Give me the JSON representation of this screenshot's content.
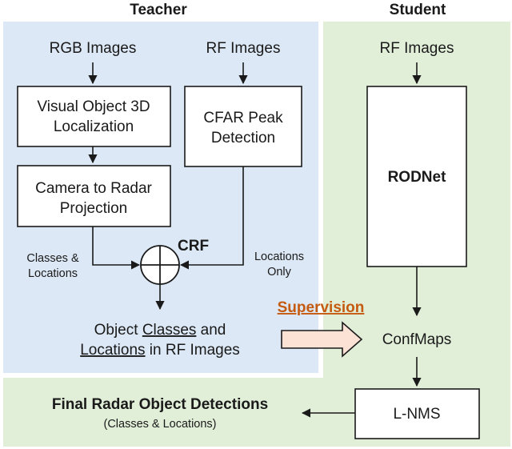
{
  "teacher": {
    "title": "Teacher",
    "rgb_images": "RGB Images",
    "rf_images": "RF Images",
    "visual_localization": [
      "Visual Object 3D",
      "Localization"
    ],
    "camera_to_radar": [
      "Camera to Radar",
      "Projection"
    ],
    "cfar": [
      "CFAR Peak",
      "Detection"
    ],
    "crf": "CRF",
    "classes_locations": [
      "Classes &",
      "Locations"
    ],
    "locations_only": [
      "Locations",
      "Only"
    ],
    "object_output": {
      "line1_prefix": "Object ",
      "line1_underlined": "Classes",
      "line1_suffix": " and",
      "line2_underlined": "Locations",
      "line2_suffix": " in RF Images"
    }
  },
  "student": {
    "title": "Student",
    "rf_images": "RF Images",
    "rodnet": "RODNet",
    "confmaps": "ConfMaps",
    "lnms": "L-NMS"
  },
  "supervision": "Supervision",
  "final": {
    "title": "Final Radar Object Detections",
    "subtitle": "(Classes & Locations)"
  },
  "colors": {
    "teacher_bg": "#dce8f5",
    "student_bg": "#e1efd9",
    "supervision_text": "#c55a11",
    "supervision_arrow_fill": "#fbe2d5",
    "line": "#1a1a1a"
  }
}
